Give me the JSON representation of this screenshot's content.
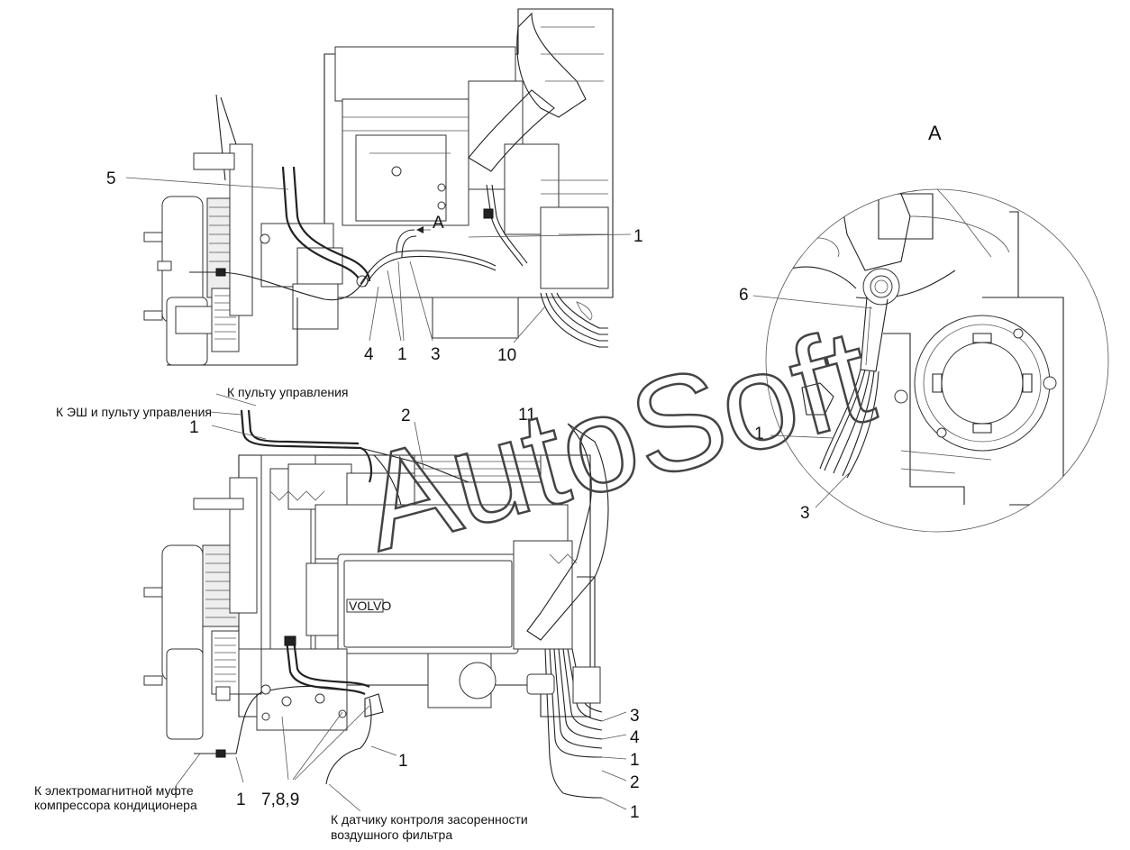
{
  "callouts": {
    "top": {
      "c5": "5",
      "cA": "А",
      "c1": "1",
      "c4": "4",
      "c1b": "1",
      "c3": "3",
      "c10": "10"
    },
    "detail": {
      "title": "А",
      "c6": "6",
      "c1": "1",
      "c3": "3"
    },
    "bottom": {
      "c1a": "1",
      "c2": "2",
      "c11": "11",
      "c1b": "1",
      "c1c": "1",
      "c789": "7,8,9",
      "r3": "3",
      "r4": "4",
      "r1": "1",
      "r2": "2",
      "r1b": "1"
    }
  },
  "labels": {
    "to_control_panel": "К пульту управления",
    "to_esh_and_panel": "К ЭШ и пульту управления",
    "to_clutch_line1": "К электромагнитной муфте",
    "to_clutch_line2": "компрессора кондиционера",
    "to_sensor_line1": "К датчику контроля засоренности",
    "to_sensor_line2": "воздушного фильтра"
  },
  "watermark": "AutoSoft",
  "device_badge": "VOLVO"
}
